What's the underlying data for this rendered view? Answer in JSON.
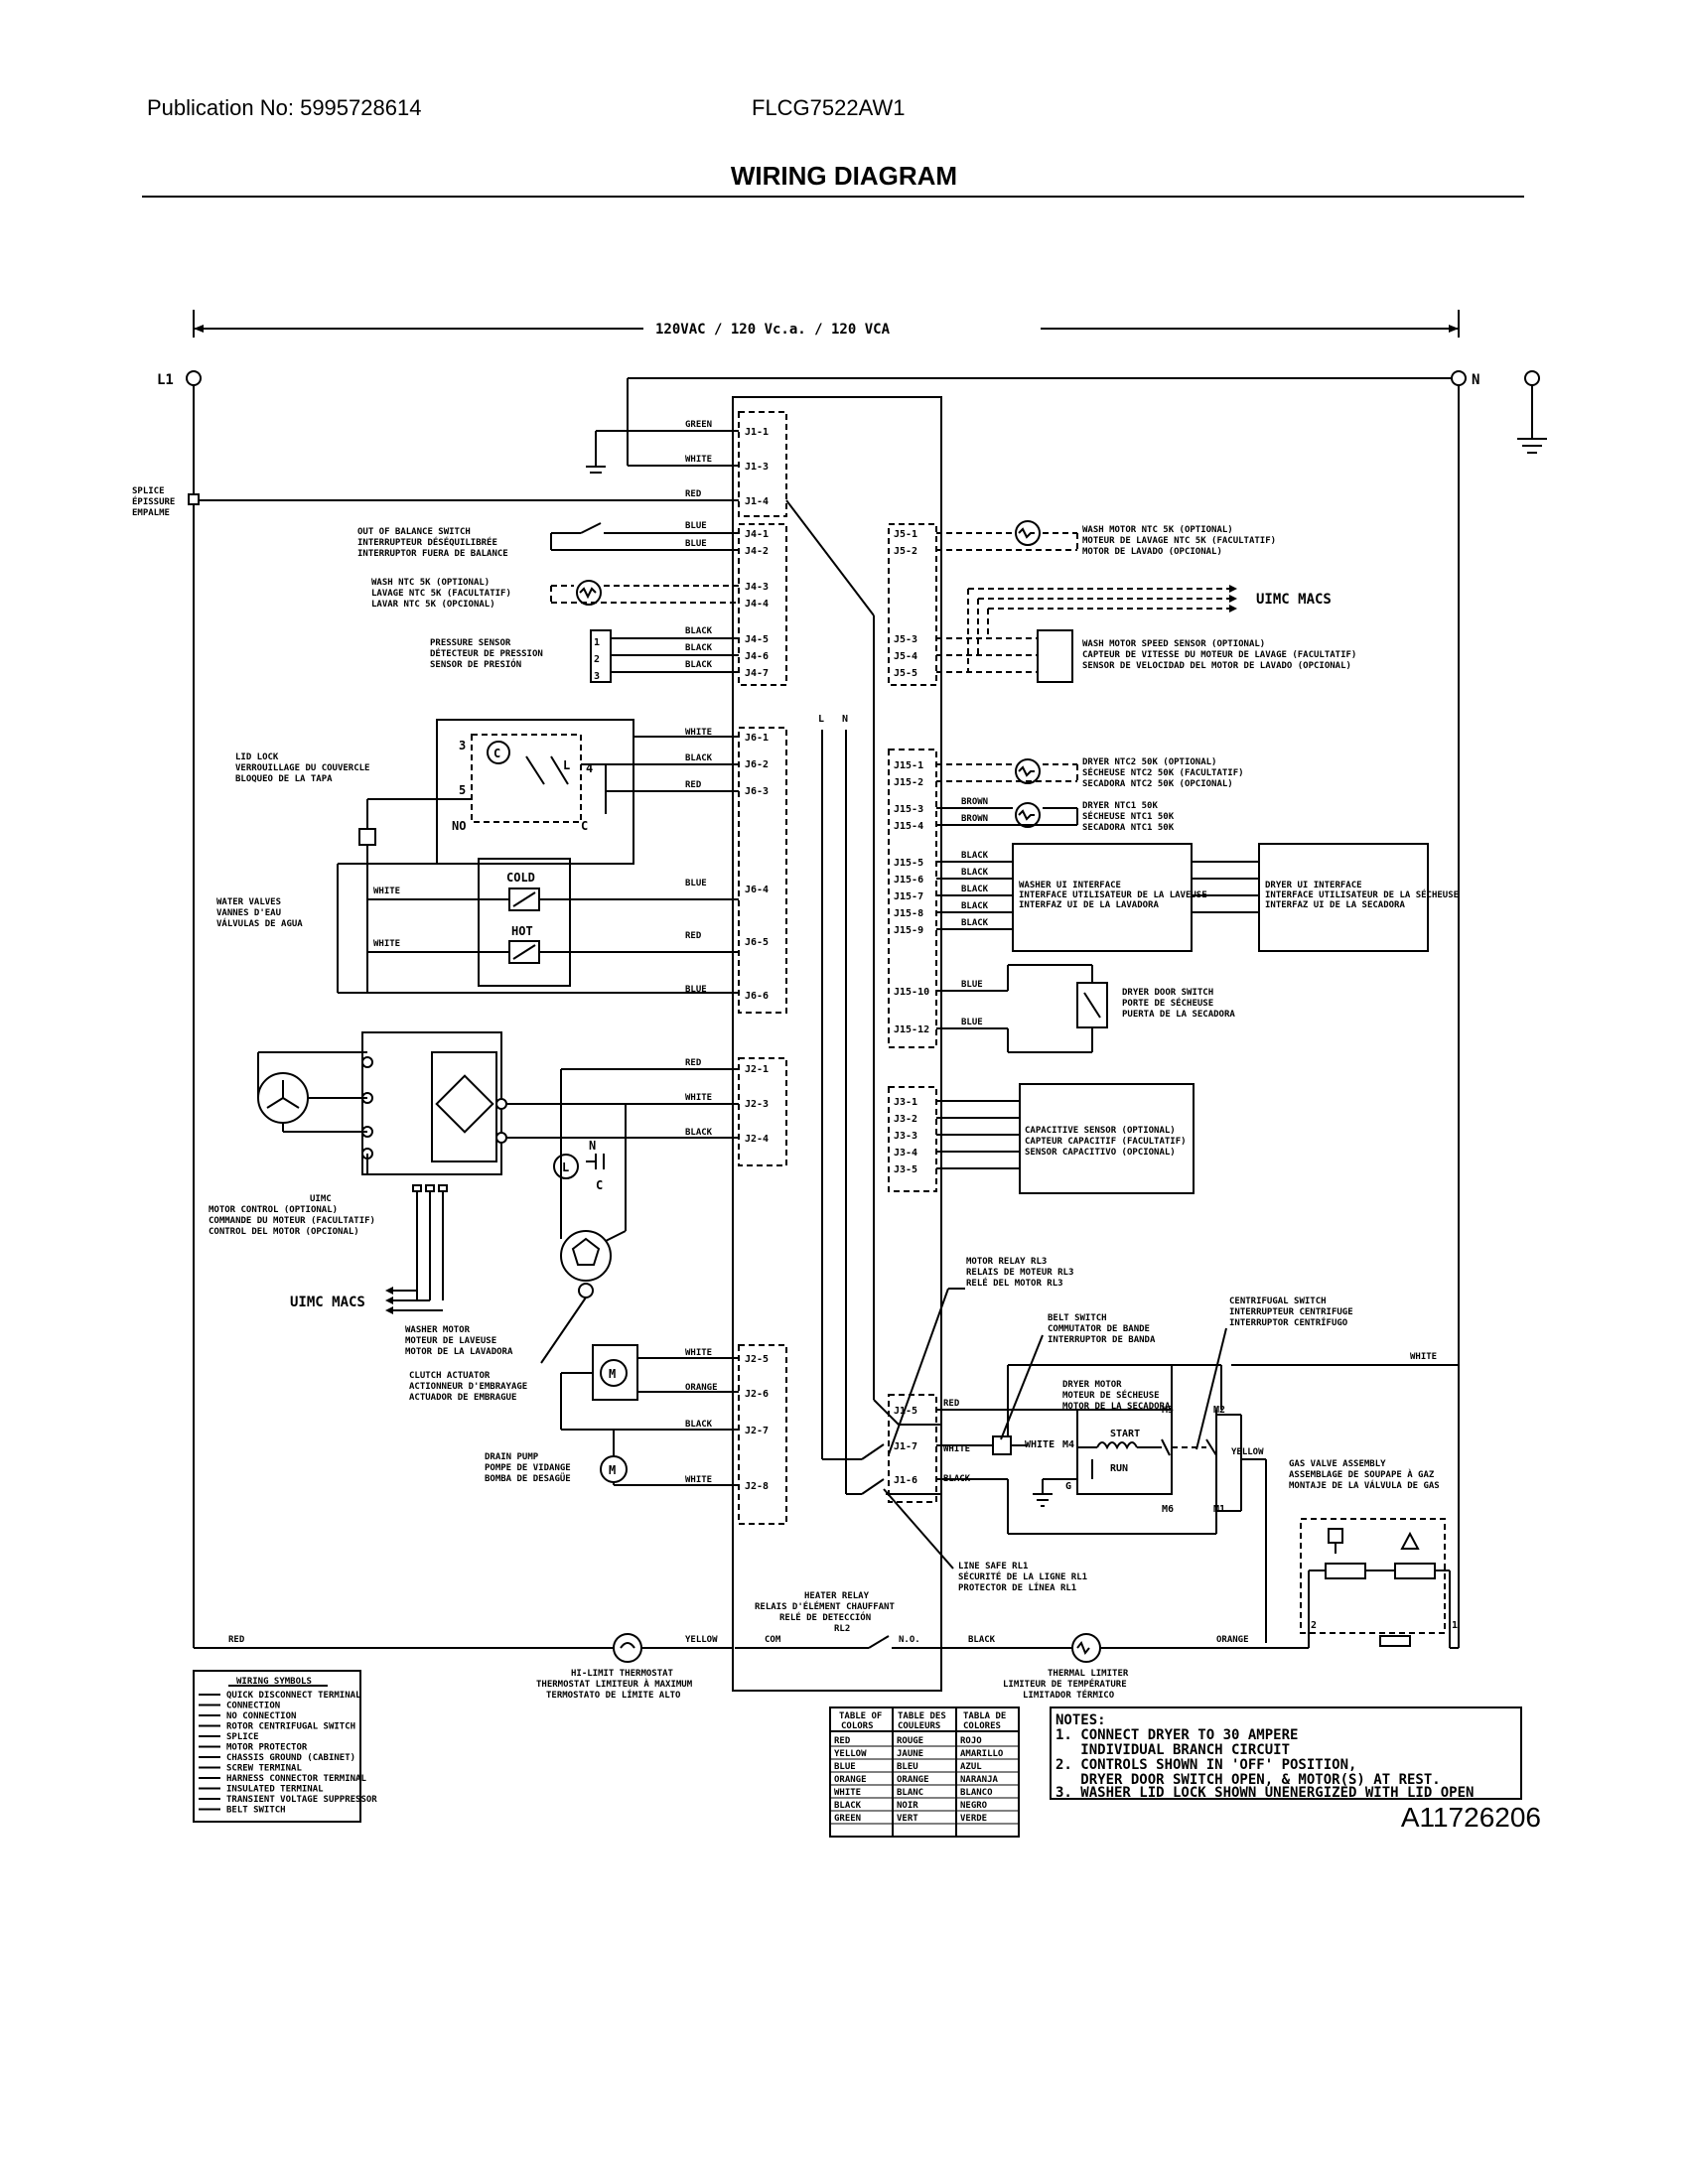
{
  "header": {
    "publication": "Publication No: 5995728614",
    "model": "FLCG7522AW1",
    "title": "WIRING DIAGRAM",
    "drawing_code": "A11726206"
  },
  "supply": {
    "label": "120VAC / 120 Vc.a. / 120 VCA",
    "l1": "L1",
    "n": "N"
  },
  "splice": [
    "SPLICE",
    "ÉPISSURE",
    "EMPALME"
  ],
  "j1": [
    {
      "pin": "J1-1",
      "wire": "GREEN"
    },
    {
      "pin": "J1-3",
      "wire": "WHITE"
    },
    {
      "pin": "J1-4",
      "wire": "RED"
    }
  ],
  "j4": [
    {
      "pin": "J4-1",
      "wire": "BLUE"
    },
    {
      "pin": "J4-2",
      "wire": "BLUE"
    },
    {
      "pin": "J4-3",
      "wire": ""
    },
    {
      "pin": "J4-4",
      "wire": ""
    },
    {
      "pin": "J4-5",
      "wire": "BLACK"
    },
    {
      "pin": "J4-6",
      "wire": "BLACK"
    },
    {
      "pin": "J4-7",
      "wire": "BLACK"
    }
  ],
  "j6": [
    {
      "pin": "J6-1",
      "wire": "WHITE"
    },
    {
      "pin": "J6-2",
      "wire": "BLACK"
    },
    {
      "pin": "J6-3",
      "wire": "RED"
    },
    {
      "pin": "J6-4",
      "wire": "BLUE"
    },
    {
      "pin": "J6-5",
      "wire": "RED"
    },
    {
      "pin": "J6-6",
      "wire": "BLUE"
    }
  ],
  "j2_upper": [
    {
      "pin": "J2-1",
      "wire": "RED"
    },
    {
      "pin": "J2-3",
      "wire": "WHITE"
    },
    {
      "pin": "J2-4",
      "wire": "BLACK"
    }
  ],
  "j2_lower": [
    {
      "pin": "J2-5",
      "wire": "WHITE"
    },
    {
      "pin": "J2-6",
      "wire": "ORANGE"
    },
    {
      "pin": "J2-7",
      "wire": "BLACK"
    },
    {
      "pin": "J2-8",
      "wire": "WHITE"
    }
  ],
  "j5": [
    "J5-1",
    "J5-2",
    "J5-3",
    "J5-4",
    "J5-5"
  ],
  "j15": [
    {
      "pin": "J15-1",
      "wire": ""
    },
    {
      "pin": "J15-2",
      "wire": ""
    },
    {
      "pin": "J15-3",
      "wire": "BROWN"
    },
    {
      "pin": "J15-4",
      "wire": "BROWN"
    },
    {
      "pin": "J15-5",
      "wire": "BLACK"
    },
    {
      "pin": "J15-6",
      "wire": "BLACK"
    },
    {
      "pin": "J15-7",
      "wire": "BLACK"
    },
    {
      "pin": "J15-8",
      "wire": "BLACK"
    },
    {
      "pin": "J15-9",
      "wire": "BLACK"
    },
    {
      "pin": "J15-10",
      "wire": "BLUE"
    },
    {
      "pin": "J15-12",
      "wire": "BLUE"
    }
  ],
  "j3": [
    "J3-1",
    "J3-2",
    "J3-3",
    "J3-4",
    "J3-5"
  ],
  "j1_lower": [
    {
      "pin": "J1-5",
      "wire": "RED"
    },
    {
      "pin": "J1-7",
      "wire": "WHITE"
    },
    {
      "pin": "J1-6",
      "wire": "BLACK"
    }
  ],
  "components": {
    "out_of_balance": [
      "OUT OF BALANCE SWITCH",
      "INTERRUPTEUR DÉSÉQUILIBRÉE",
      "INTERRUPTOR FUERA DE BALANCE"
    ],
    "wash_ntc": [
      "WASH NTC 5K (OPTIONAL)",
      "LAVAGE NTC 5K (FACULTATIF)",
      "LAVAR NTC 5K (OPCIONAL)"
    ],
    "pressure_sensor": [
      "PRESSURE SENSOR",
      "DÉTECTEUR DE PRESSION",
      "SENSOR DE PRESIÓN"
    ],
    "lid_lock": [
      "LID LOCK",
      "VERROUILLAGE DU COUVERCLE",
      "BLOQUEO DE LA TAPA"
    ],
    "water_valves": [
      "WATER VALVES",
      "VANNES D'EAU",
      "VÁLVULAS DE AGUA"
    ],
    "cold": "COLD",
    "hot": "HOT",
    "uimc": [
      "UIMC",
      "MOTOR CONTROL (OPTIONAL)",
      "COMMANDE DU MOTEUR (FACULTATIF)",
      "CONTROL DEL MOTOR (OPCIONAL)"
    ],
    "uimc_macs": "UIMC MACS",
    "washer_motor": [
      "WASHER MOTOR",
      "MOTEUR DE LAVEUSE",
      "MOTOR DE LA LAVADORA"
    ],
    "clutch": [
      "CLUTCH ACTUATOR",
      "ACTIONNEUR D'EMBRAYAGE",
      "ACTUADOR DE EMBRAGUE"
    ],
    "drain_pump": [
      "DRAIN PUMP",
      "POMPE DE VIDANGE",
      "BOMBA DE DESAGÜE"
    ],
    "wash_motor_ntc": [
      "WASH MOTOR NTC 5K (OPTIONAL)",
      "MOTEUR DE LAVAGE NTC 5K (FACULTATIF)",
      "MOTOR DE LAVADO (OPCIONAL)"
    ],
    "wash_motor_speed": [
      "WASH MOTOR SPEED SENSOR (OPTIONAL)",
      "CAPTEUR DE VITESSE DU MOTEUR DE LAVAGE (FACULTATIF)",
      "SENSOR DE VELOCIDAD DEL MOTOR DE LAVADO (OPCIONAL)"
    ],
    "dryer_ntc2": [
      "DRYER NTC2 50K (OPTIONAL)",
      "SÉCHEUSE NTC2 50K (FACULTATIF)",
      "SECADORA NTC2 50K (OPCIONAL)"
    ],
    "dryer_ntc1": [
      "DRYER NTC1 50K",
      "SÉCHEUSE NTC1 50K",
      "SECADORA NTC1 50K"
    ],
    "washer_ui": [
      "WASHER UI INTERFACE",
      "INTERFACE UTILISATEUR DE LA LAVEUSE",
      "INTERFAZ UI DE LA LAVADORA"
    ],
    "dryer_ui": [
      "DRYER UI INTERFACE",
      "INTERFACE UTILISATEUR DE LA SÉCHEUSE",
      "INTERFAZ UI DE LA SECADORA"
    ],
    "dryer_door": [
      "DRYER DOOR SWITCH",
      "PORTE DE SÉCHEUSE",
      "PUERTA DE LA SECADORA"
    ],
    "capacitive": [
      "CAPACITIVE SENSOR (OPTIONAL)",
      "CAPTEUR CAPACITIF (FACULTATIF)",
      "SENSOR CAPACITIVO (OPCIONAL)"
    ],
    "motor_relay": [
      "MOTOR RELAY RL3",
      "RELAIS DE MOTEUR RL3",
      "RELÉ DEL MOTOR RL3"
    ],
    "belt_switch": [
      "BELT SWITCH",
      "COMMUTATOR DE BANDE",
      "INTERRUPTOR DE BANDA"
    ],
    "centrifugal": [
      "CENTRIFUGAL SWITCH",
      "INTERRUPTEUR CENTRIFUGE",
      "INTERRUPTOR CENTRÍFUGO"
    ],
    "dryer_motor": [
      "DRYER MOTOR",
      "MOTEUR DE SÉCHEUSE",
      "MOTOR DE LA SECADORA"
    ],
    "gas_valve": [
      "GAS VALVE ASSEMBLY",
      "ASSEMBLAGE DE SOUPAPE À GAZ",
      "MONTAJE DE LA VÁLVULA DE GAS"
    ],
    "line_safe": [
      "LINE SAFE RL1",
      "SÉCURITÉ DE LA LIGNE RL1",
      "PROTECTOR DE LÍNEA RL1"
    ],
    "heater_relay": [
      "HEATER RELAY",
      "RELAIS D'ÉLÉMENT CHAUFFANT",
      "RELÉ DE DETECCIÓN",
      "RL2"
    ],
    "hi_limit": [
      "HI-LIMIT THERMOSTAT",
      "THERMOSTAT LIMITEUR À MAXIMUM",
      "TERMOSTATO DE LÍMITE ALTO"
    ],
    "thermal_limiter": [
      "THERMAL LIMITER",
      "LIMITEUR DE TEMPÉRATURE",
      "LIMITADOR TÉRMICO"
    ]
  },
  "misc_labels": {
    "white": "WHITE",
    "yellow": "YELLOW",
    "red": "RED",
    "black": "BLACK",
    "orange": "ORANGE",
    "com": "COM",
    "no": "N.O.",
    "no_lid": "NO",
    "c": "C",
    "l": "L",
    "n_small": "N",
    "m": "M",
    "start": "START",
    "run": "RUN",
    "m6": "M6",
    "m2": "M2",
    "m1": "M1",
    "m4": "M4",
    "m5": "M5",
    "g": "G",
    "p4": "4",
    "p5": "5",
    "p3": "3",
    "p1": "1",
    "p2": "2"
  },
  "wiring_symbols": {
    "title": "WIRING SYMBOLS",
    "items": [
      "QUICK DISCONNECT TERMINAL",
      "CONNECTION",
      "NO CONNECTION",
      "ROTOR CENTRIFUGAL SWITCH",
      "SPLICE",
      "MOTOR PROTECTOR",
      "CHASSIS GROUND (CABINET)",
      "SCREW TERMINAL",
      "HARNESS CONNECTOR TERMINAL",
      "INSULATED TERMINAL",
      "TRANSIENT VOLTAGE SUPPRESSOR",
      "BELT SWITCH"
    ]
  },
  "color_table": {
    "headers": [
      [
        "TABLE OF",
        "COLORS"
      ],
      [
        "TABLE DES",
        "COULEURS"
      ],
      [
        "TABLA DE",
        "COLORES"
      ]
    ],
    "rows": [
      [
        "RED",
        "ROUGE",
        "ROJO"
      ],
      [
        "YELLOW",
        "JAUNE",
        "AMARILLO"
      ],
      [
        "BLUE",
        "BLEU",
        "AZUL"
      ],
      [
        "ORANGE",
        "ORANGE",
        "NARANJA"
      ],
      [
        "WHITE",
        "BLANC",
        "BLANCO"
      ],
      [
        "BLACK",
        "NOIR",
        "NEGRO"
      ],
      [
        "GREEN",
        "VERT",
        "VERDE"
      ]
    ]
  },
  "notes": {
    "title": "NOTES:",
    "lines": [
      "1. CONNECT DRYER TO 30 AMPERE",
      "   INDIVIDUAL BRANCH CIRCUIT",
      "2. CONTROLS SHOWN IN 'OFF' POSITION,",
      "   DRYER DOOR SWITCH OPEN, & MOTOR(S) AT REST.",
      "3. WASHER LID LOCK SHOWN UNENERGIZED WITH LID OPEN"
    ]
  }
}
